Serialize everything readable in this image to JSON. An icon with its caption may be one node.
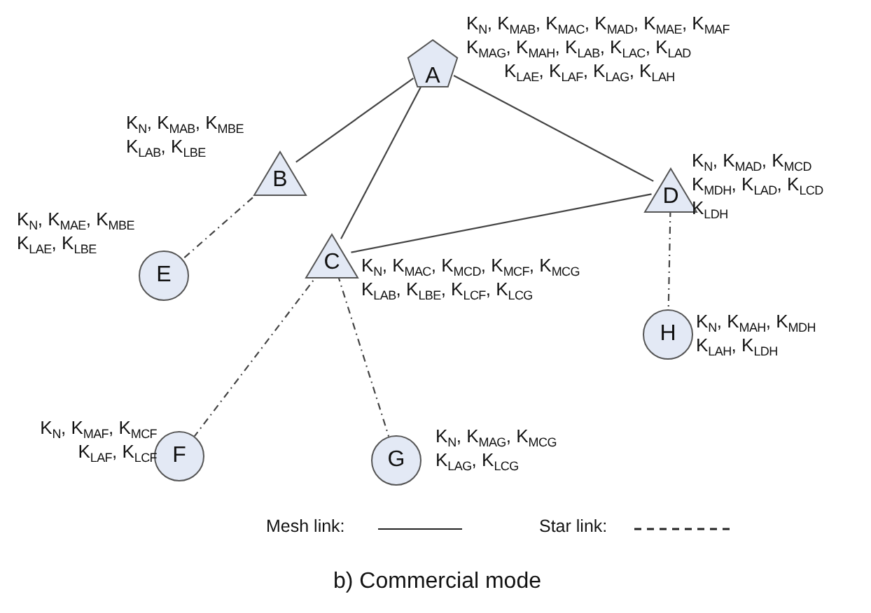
{
  "diagram": {
    "caption": "b)  Commercial mode",
    "nodes": [
      {
        "text": [
          "A"
        ],
        "beside": [
          "K$_{N}$, K$_{MAB}$, K$_{MAC}$, K$_{MAD}$, K$_{MAE}$, K$_{MAF}$",
          "K$_{MAG}$, K$_{MAH}$, K$_{LAB}$, K$_{LAC}$, K$_{LAD}$",
          "K$_{LAE}$, K$_{LAF}$, K$_{LAG}$, K$_{LAH}$"
        ]
      },
      {
        "text": [
          "B"
        ],
        "beside": [
          "K$_{N}$, K$_{MAB}$, K$_{MBE}$",
          "K$_{LAB}$, K$_{LBE}$"
        ]
      },
      {
        "text": [
          "C"
        ],
        "beside": [
          "K$_{N}$, K$_{MAC}$, K$_{MCD}$, K$_{MCF}$, K$_{MCG}$",
          "K$_{LAB}$, K$_{LBE}$, K$_{LCF}$, K$_{LCG}$"
        ]
      },
      {
        "text": [
          "D"
        ],
        "beside": [
          "K$_{N}$, K$_{MAD}$, K$_{MCD}$",
          "K$_{MDH}$, K$_{LAD}$, K$_{LCD}$",
          "K$_{LDH}$"
        ]
      },
      {
        "text": [
          "E"
        ],
        "beside": [
          "K$_{N}$, K$_{MAE}$, K$_{MBE}$",
          "K$_{LAE}$, K$_{LBE}$"
        ]
      },
      {
        "text": [
          "F"
        ],
        "beside": [
          "K$_{N}$, K$_{MAF}$, K$_{MCF}$",
          "K$_{LAF}$, K$_{LCF}$"
        ]
      },
      {
        "text": [
          "G"
        ],
        "beside": [
          "K$_{N}$, K$_{MAG}$, K$_{MCG}$",
          "K$_{LAG}$, K$_{LCG}$"
        ]
      },
      {
        "text": [
          "H"
        ],
        "beside": [
          "K$_{N}$, K$_{MAH}$, K$_{MDH}$",
          "K$_{LAH}$, K$_{LDH}$"
        ]
      }
    ],
    "edges": [
      {
        "from": 0,
        "to": 1,
        "arrow": "none"
      },
      {
        "from": 0,
        "to": 2,
        "arrow": "none"
      },
      {
        "from": 0,
        "to": 3,
        "arrow": "none"
      },
      {
        "from": 2,
        "to": 3,
        "arrow": "none"
      },
      {
        "from": 1,
        "to": 4,
        "arrow": "none",
        "style": "dashed"
      },
      {
        "from": 2,
        "to": 5,
        "arrow": "none",
        "style": "dashed"
      },
      {
        "from": 2,
        "to": 6,
        "arrow": "none",
        "style": "dashed"
      },
      {
        "from": 3,
        "to": 7,
        "arrow": "none",
        "style": "dashed"
      }
    ],
    "legend": [
      {
        "text": "Mesh link:"
      },
      {
        "text": "Star link:"
      }
    ]
  }
}
